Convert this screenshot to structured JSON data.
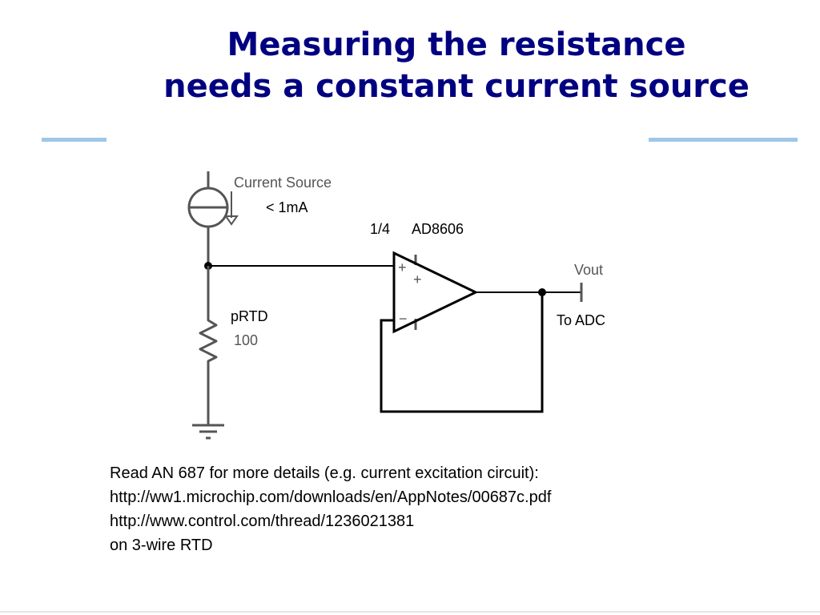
{
  "slide": {
    "title_line1": "Measuring the resistance",
    "title_line2": "needs a constant current source"
  },
  "diagram": {
    "current_source_label": "Current Source",
    "current_source_value": "< 1mA",
    "opamp_fraction": "1/4",
    "opamp_part": "AD8606",
    "plus_small": "+",
    "plus_large": "+",
    "minus_sign": "−",
    "output_label": "Vout",
    "output_dest": "To ADC",
    "resistor_label": "pRTD",
    "resistor_value": "100"
  },
  "notes": {
    "line1": "Read AN 687 for more details (e.g. current excitation circuit):",
    "line2": "http://ww1.microchip.com/downloads/en/AppNotes/00687c.pdf",
    "line3": "http://www.control.com/thread/1236021381",
    "line4": "on 3-wire RTD"
  },
  "colors": {
    "title": "#000080",
    "rule": "#9ec7e8",
    "wire": "#000000",
    "symbol": "#555555"
  }
}
